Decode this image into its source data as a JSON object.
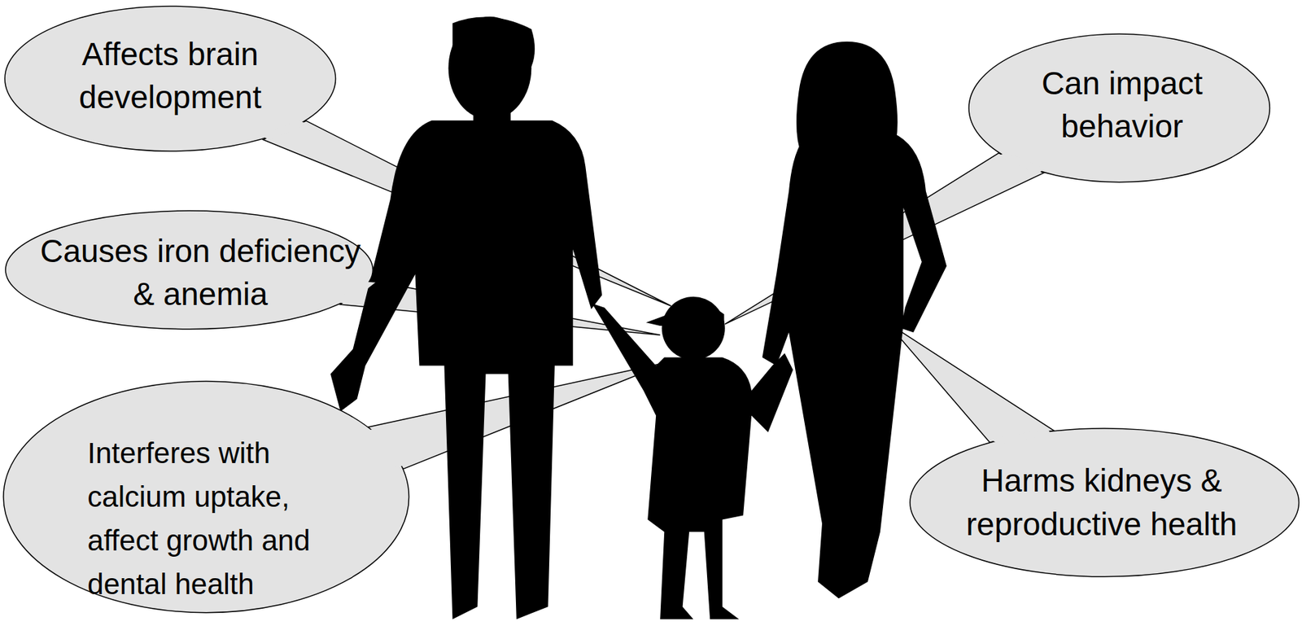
{
  "diagram": {
    "nodes": [
      {
        "text": [
          "Affects brain development"
        ]
      },
      {
        "text": [
          "Can impact behavior"
        ]
      },
      {
        "text": [
          "Causes iron deficiency & anemia"
        ]
      },
      {
        "text": [
          "Interferes with calcium uptake, affect growth and dental health"
        ]
      },
      {
        "text": [
          "Harms kidneys & reproductive health"
        ]
      }
    ]
  }
}
